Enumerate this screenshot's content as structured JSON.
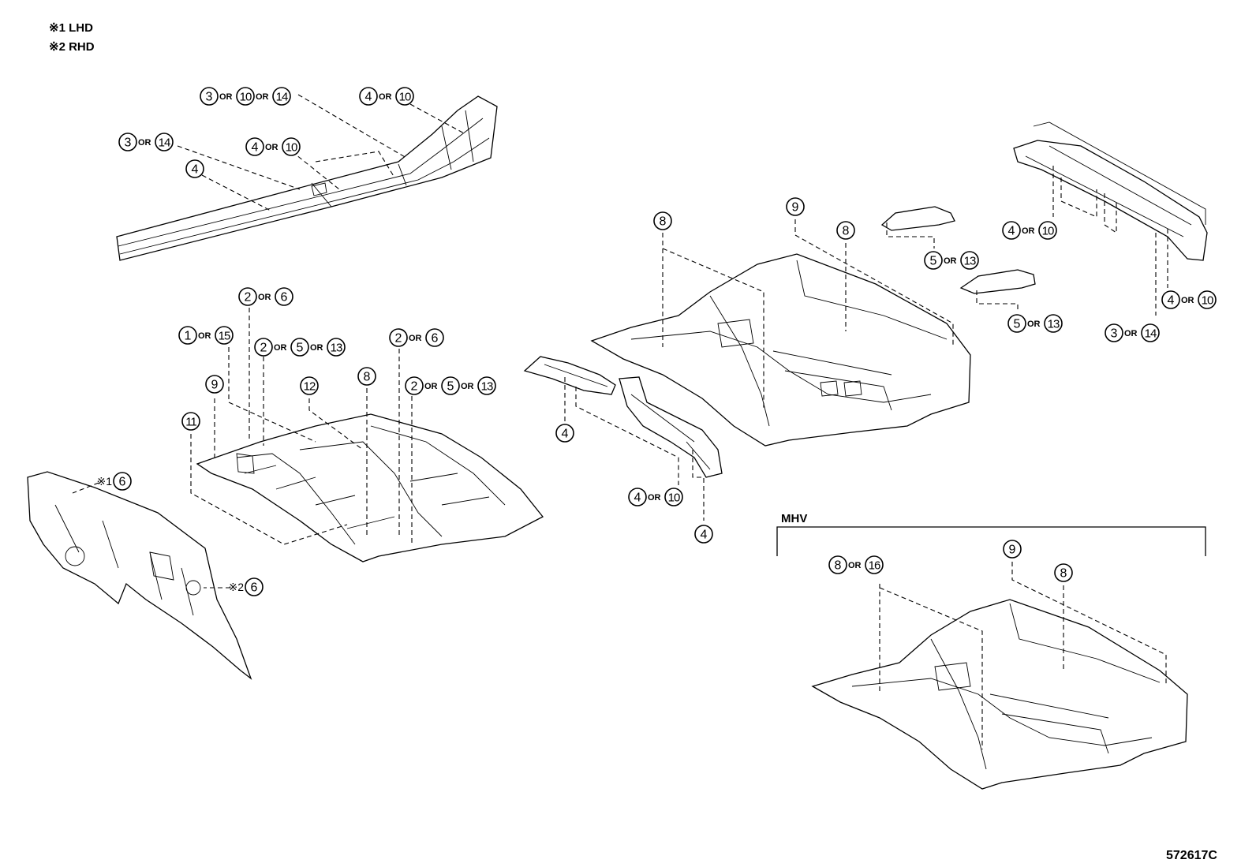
{
  "notes": [
    {
      "mark": "※1",
      "text": "LHD"
    },
    {
      "mark": "※2",
      "text": "RHD"
    }
  ],
  "section_label": "MHV",
  "drawing_number": "572617C",
  "callout_or_word": "OR",
  "callouts": [
    {
      "parts": [
        "3",
        "10",
        "14"
      ],
      "marker": ""
    },
    {
      "parts": [
        "4",
        "10"
      ],
      "marker": ""
    },
    {
      "parts": [
        "3",
        "14"
      ],
      "marker": ""
    },
    {
      "parts": [
        "4",
        "10"
      ],
      "marker": ""
    },
    {
      "parts": [
        "4"
      ],
      "marker": ""
    },
    {
      "parts": [
        "2",
        "6"
      ],
      "marker": ""
    },
    {
      "parts": [
        "1",
        "15"
      ],
      "marker": ""
    },
    {
      "parts": [
        "2",
        "5",
        "13"
      ],
      "marker": ""
    },
    {
      "parts": [
        "2",
        "6"
      ],
      "marker": ""
    },
    {
      "parts": [
        "9"
      ],
      "marker": ""
    },
    {
      "parts": [
        "12"
      ],
      "marker": ""
    },
    {
      "parts": [
        "8"
      ],
      "marker": ""
    },
    {
      "parts": [
        "2",
        "5",
        "13"
      ],
      "marker": ""
    },
    {
      "parts": [
        "11"
      ],
      "marker": ""
    },
    {
      "parts": [
        "6"
      ],
      "marker": "※1"
    },
    {
      "parts": [
        "6"
      ],
      "marker": "※2"
    },
    {
      "parts": [
        "4"
      ],
      "marker": ""
    },
    {
      "parts": [
        "4",
        "10"
      ],
      "marker": ""
    },
    {
      "parts": [
        "4"
      ],
      "marker": ""
    },
    {
      "parts": [
        "8"
      ],
      "marker": ""
    },
    {
      "parts": [
        "9"
      ],
      "marker": ""
    },
    {
      "parts": [
        "8"
      ],
      "marker": ""
    },
    {
      "parts": [
        "5",
        "13"
      ],
      "marker": ""
    },
    {
      "parts": [
        "5",
        "13"
      ],
      "marker": ""
    },
    {
      "parts": [
        "4",
        "10"
      ],
      "marker": ""
    },
    {
      "parts": [
        "4",
        "10"
      ],
      "marker": ""
    },
    {
      "parts": [
        "3",
        "14"
      ],
      "marker": ""
    },
    {
      "parts": [
        "8",
        "16"
      ],
      "marker": ""
    },
    {
      "parts": [
        "9"
      ],
      "marker": ""
    },
    {
      "parts": [
        "8"
      ],
      "marker": ""
    }
  ]
}
